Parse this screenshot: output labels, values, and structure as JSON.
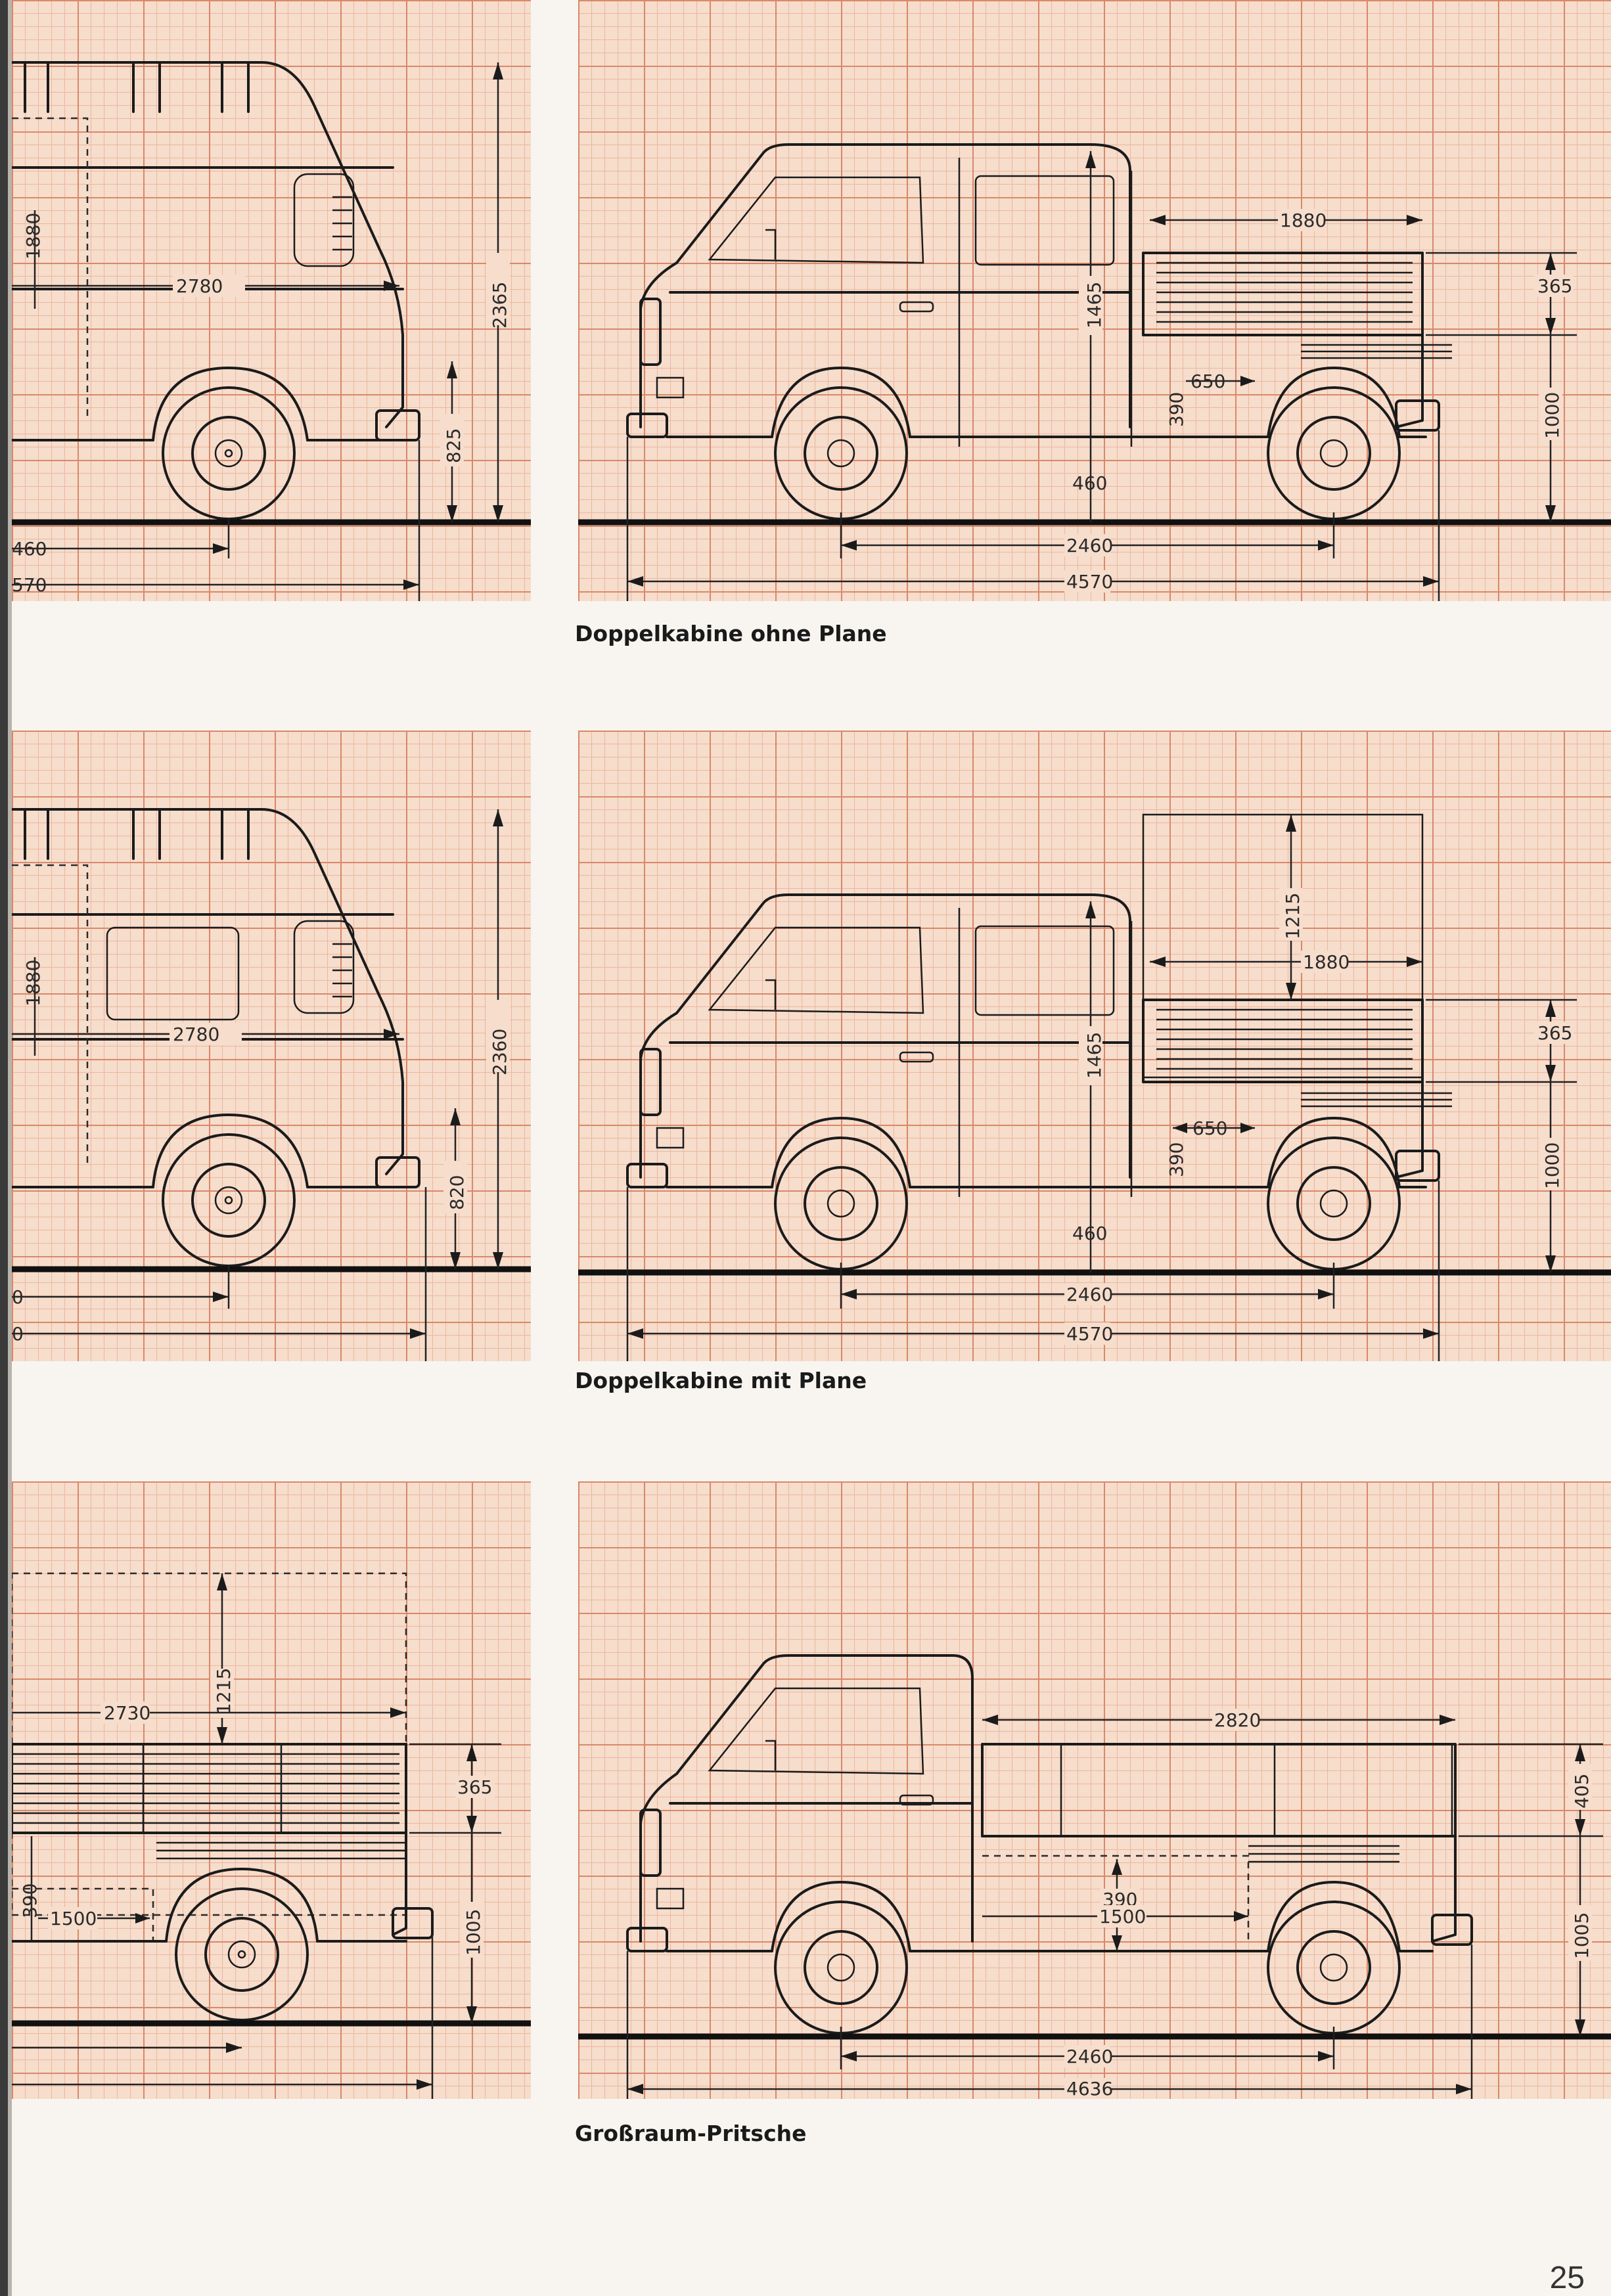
{
  "captions": {
    "row1": "Doppelkabine ohne Plane",
    "row2": "Doppelkabine mit Plane",
    "row3": "Großraum-Pritsche"
  },
  "page_number": "25",
  "left_panels": {
    "row1": {
      "inner_length": "2780",
      "height": "2365",
      "door_height": "1880",
      "floor_height": "825",
      "wheelbase_partial": "460",
      "length_partial": "570"
    },
    "row2": {
      "inner_length": "2780",
      "height": "2360",
      "door_height": "1880",
      "floor_height": "820",
      "wheelbase_partial": "0",
      "length_partial": "0"
    },
    "row3": {
      "platform_length": "2730",
      "tarp_height": "1215",
      "side_height": "365",
      "floor_height": "1005",
      "locker_height": "390",
      "locker_length": "1500"
    }
  },
  "right_panels": {
    "row1": {
      "bed_length": "1880",
      "bed_side_height": "365",
      "cab_height": "1465",
      "bed_floor_height": "1000",
      "locker_height": "390",
      "locker_length": "650",
      "ground_clearance": "460",
      "wheelbase": "2460",
      "overall_length": "4570"
    },
    "row2": {
      "tarp_height": "1215",
      "bed_length": "1880",
      "bed_side_height": "365",
      "cab_height": "1465",
      "bed_floor_height": "1000",
      "locker_height": "390",
      "locker_length": "650",
      "ground_clearance": "460",
      "wheelbase": "2460",
      "overall_length": "4570"
    },
    "row3": {
      "bed_length": "2820",
      "bed_side_height": "405",
      "bed_floor_height": "1005",
      "locker_height": "390",
      "locker_length": "1500",
      "wheelbase": "2460",
      "overall_length": "4636"
    }
  }
}
